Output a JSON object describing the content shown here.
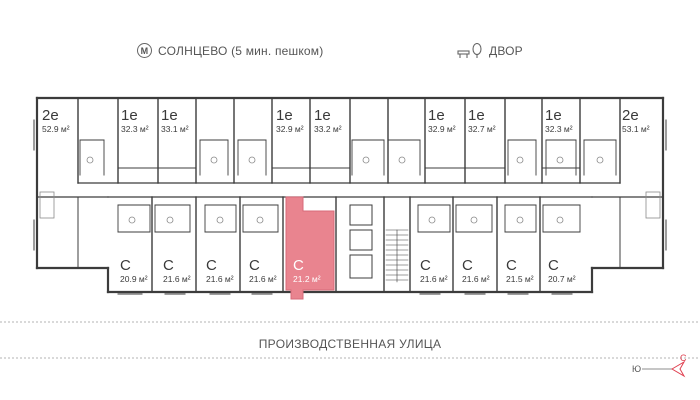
{
  "header": {
    "metro_icon": "metro-icon",
    "metro_badge": "М",
    "metro_label": "СОЛНЦЕВО (5 мин. пешком)",
    "yard_icon": "tree-bench-icon",
    "yard_label": "ДВОР"
  },
  "top_row": [
    {
      "rooms": "2е",
      "area": "52.9 м²"
    },
    {
      "rooms": "1е",
      "area": "32.3 м²"
    },
    {
      "rooms": "1е",
      "area": "33.1 м²"
    },
    {
      "rooms": "1е",
      "area": "32.9 м²"
    },
    {
      "rooms": "1е",
      "area": "33.2 м²"
    },
    {
      "rooms": "1е",
      "area": "32.9 м²"
    },
    {
      "rooms": "1е",
      "area": "32.7 м²"
    },
    {
      "rooms": "1е",
      "area": "32.3 м²"
    },
    {
      "rooms": "2е",
      "area": "53.1 м²"
    }
  ],
  "bottom_row": [
    {
      "rooms": "С",
      "area": "20.9 м²"
    },
    {
      "rooms": "С",
      "area": "21.6 м²"
    },
    {
      "rooms": "С",
      "area": "21.6 м²"
    },
    {
      "rooms": "С",
      "area": "21.6 м²"
    },
    {
      "rooms": "С",
      "area": "21.2 м²",
      "selected": true
    },
    {
      "rooms": "С",
      "area": "21.6 м²"
    },
    {
      "rooms": "С",
      "area": "21.6 м²"
    },
    {
      "rooms": "С",
      "area": "21.5 м²"
    },
    {
      "rooms": "С",
      "area": "20.7 м²"
    }
  ],
  "street_label": "ПРОИЗВОДСТВЕННАЯ УЛИЦА",
  "compass": {
    "south": "Ю",
    "north": "С",
    "icon": "compass-icon"
  },
  "colors": {
    "wall": "#3c3c3c",
    "selected": "#e9848f",
    "fixture": "#8a8a8a",
    "north": "#e04050"
  }
}
